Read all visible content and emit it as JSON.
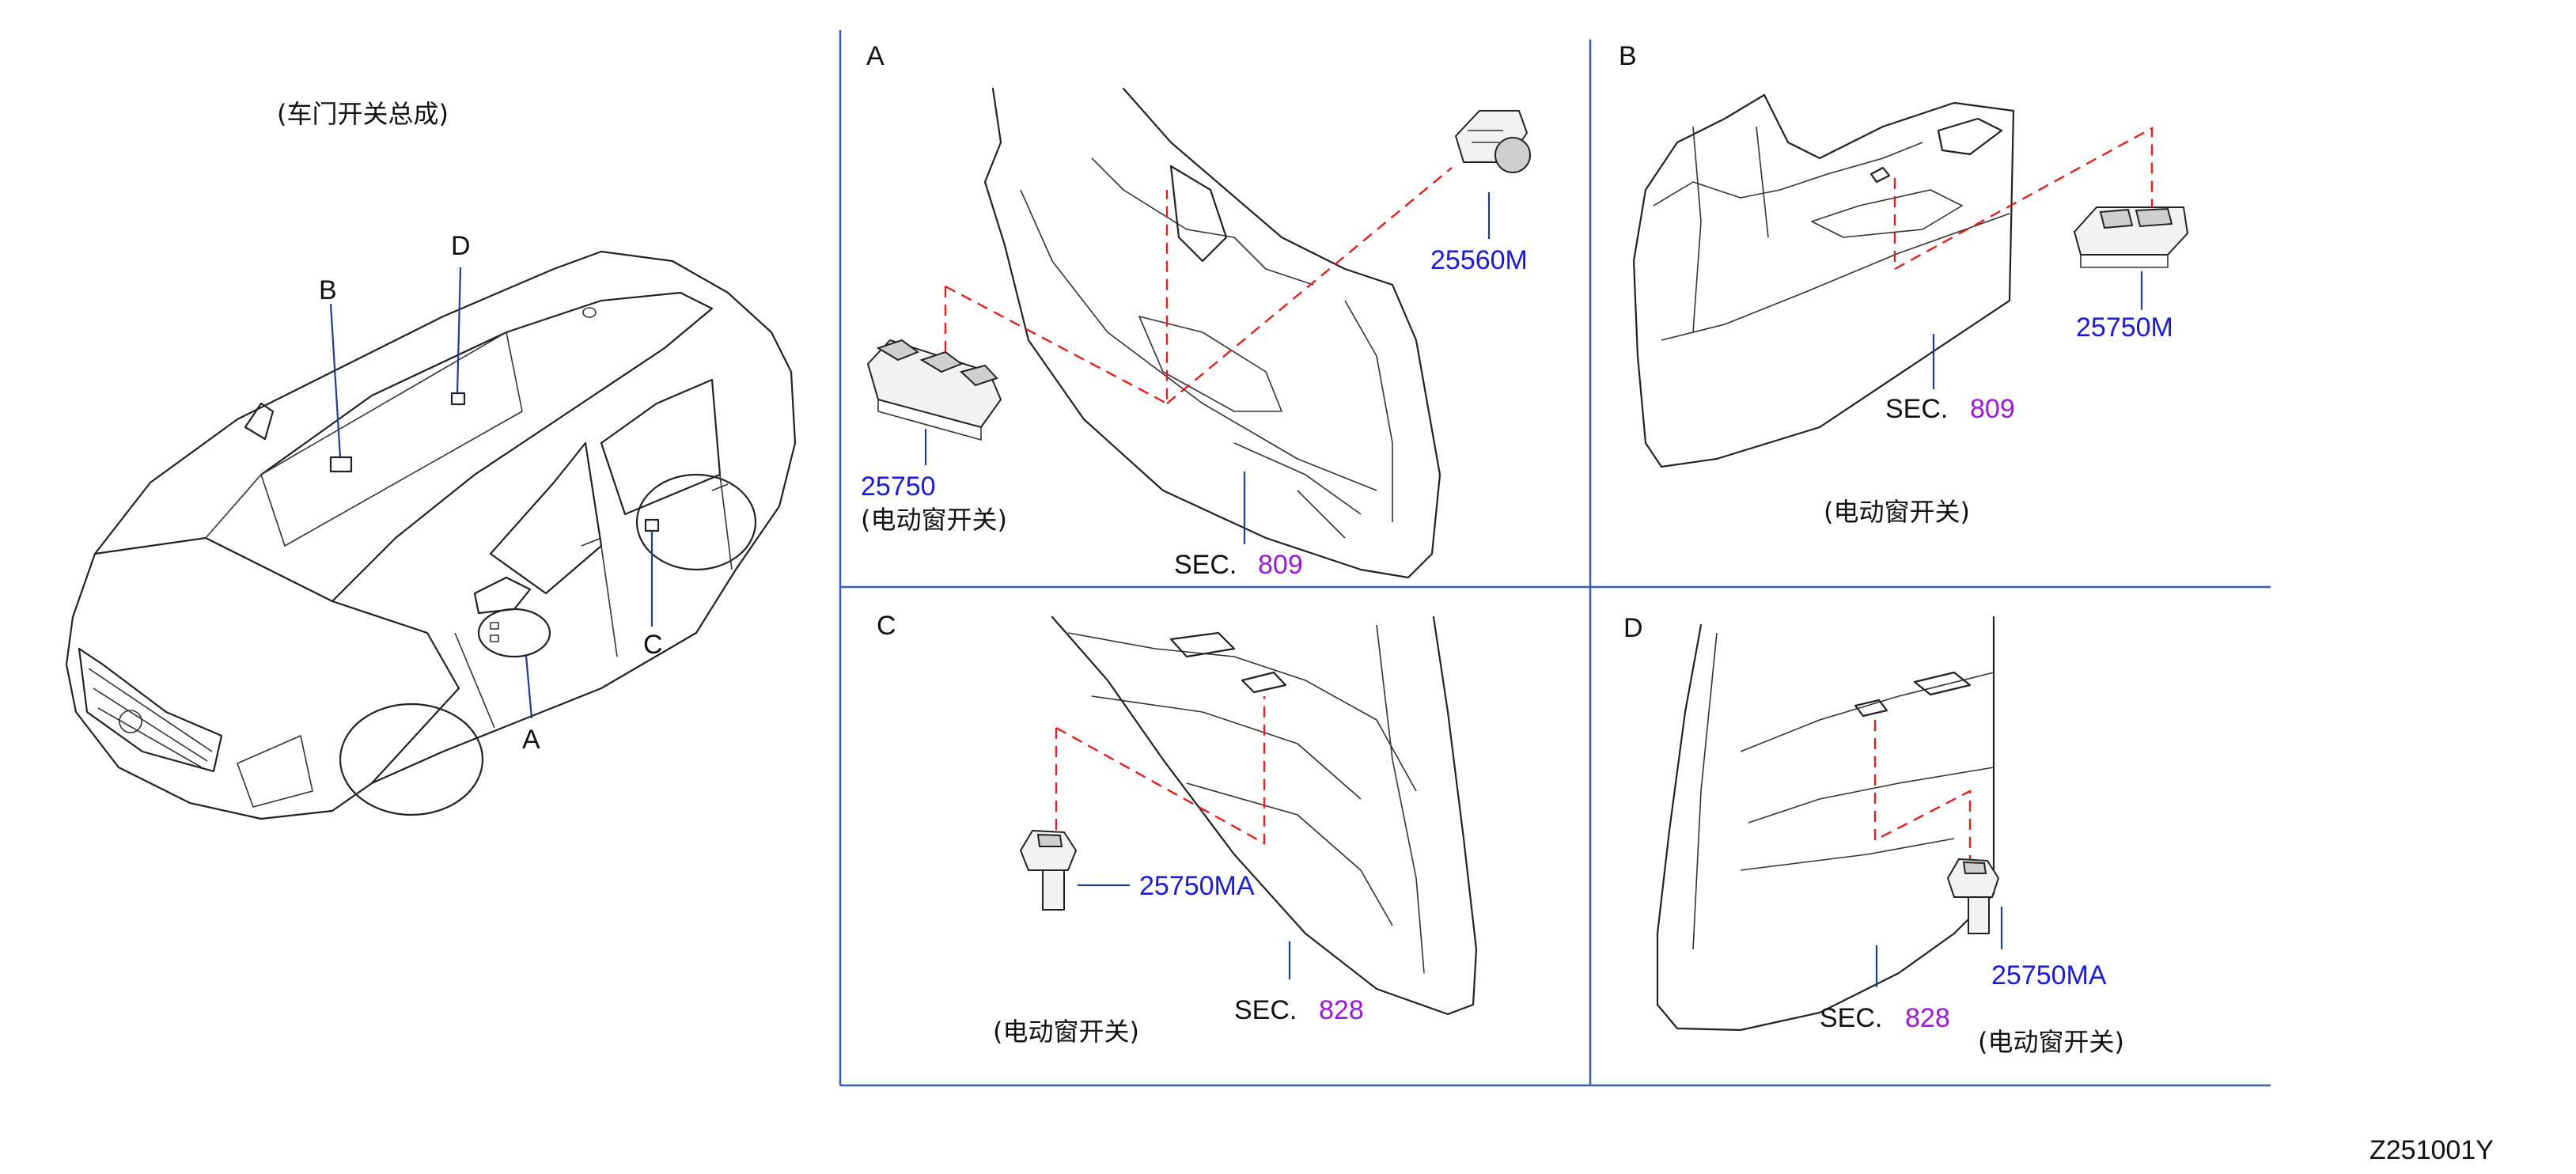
{
  "overview": {
    "title": "(车门开关总成)",
    "callouts": {
      "a": "A",
      "b": "B",
      "c": "C",
      "d": "D"
    }
  },
  "panels": {
    "a": {
      "letter": "A",
      "parts": [
        {
          "number": "25560M"
        },
        {
          "number": "25750",
          "name": "(电动窗开关)"
        }
      ],
      "sec_label": "SEC.",
      "sec_number": "809"
    },
    "b": {
      "letter": "B",
      "parts": [
        {
          "number": "25750M"
        }
      ],
      "sec_label": "SEC.",
      "sec_number": "809",
      "name": "(电动窗开关)"
    },
    "c": {
      "letter": "C",
      "parts": [
        {
          "number": "25750MA"
        }
      ],
      "sec_label": "SEC.",
      "sec_number": "828",
      "name": "(电动窗开关)"
    },
    "d": {
      "letter": "D",
      "parts": [
        {
          "number": "25750MA"
        }
      ],
      "sec_label": "SEC.",
      "sec_number": "828",
      "name": "(电动窗开关)"
    }
  },
  "drawing_code": "Z251001Y",
  "colors": {
    "part_number": "#1a1ad8",
    "section_number": "#9a1ad8",
    "leader_line": "#1d3f8a",
    "dashed_guide": "#e02020",
    "panel_border": "#3a5fa8"
  }
}
